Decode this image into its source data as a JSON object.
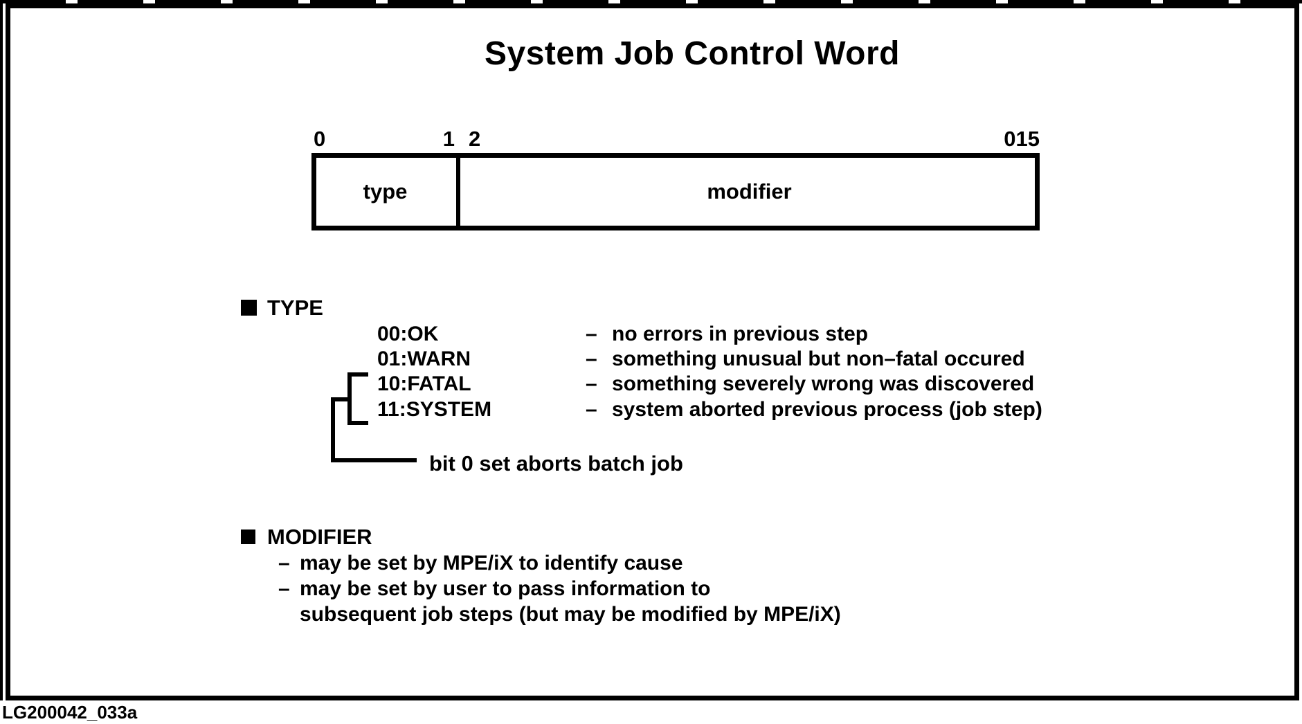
{
  "title": "System Job Control Word",
  "colors": {
    "ink": "#000000",
    "paper": "#ffffff"
  },
  "bitfield": {
    "labels": {
      "start": "0",
      "type_end": "1",
      "modifier_start": "2",
      "end": "015"
    },
    "cells": [
      {
        "label": "type"
      },
      {
        "label": "modifier"
      }
    ]
  },
  "type_section": {
    "heading": "TYPE",
    "rows": [
      {
        "code": "00:OK",
        "dash": "–",
        "desc": "no errors in previous step"
      },
      {
        "code": "01:WARN",
        "dash": "–",
        "desc": "something unusual but non–fatal occured"
      },
      {
        "code": "10:FATAL",
        "dash": "–",
        "desc": "something severely wrong was discovered"
      },
      {
        "code": "11:SYSTEM",
        "dash": "–",
        "desc": "system aborted previous process (job step)"
      }
    ],
    "bracket_note": "bit 0 set aborts batch job"
  },
  "modifier_section": {
    "heading": "MODIFIER",
    "lines": [
      {
        "dash": "–",
        "text": "may be set by MPE/iX to identify cause"
      },
      {
        "dash": "–",
        "text": "may be set by user to pass information to"
      },
      {
        "dash": "",
        "text": "subsequent job steps (but may be modified by MPE/iX)"
      }
    ]
  },
  "footer": "LG200042_033a"
}
